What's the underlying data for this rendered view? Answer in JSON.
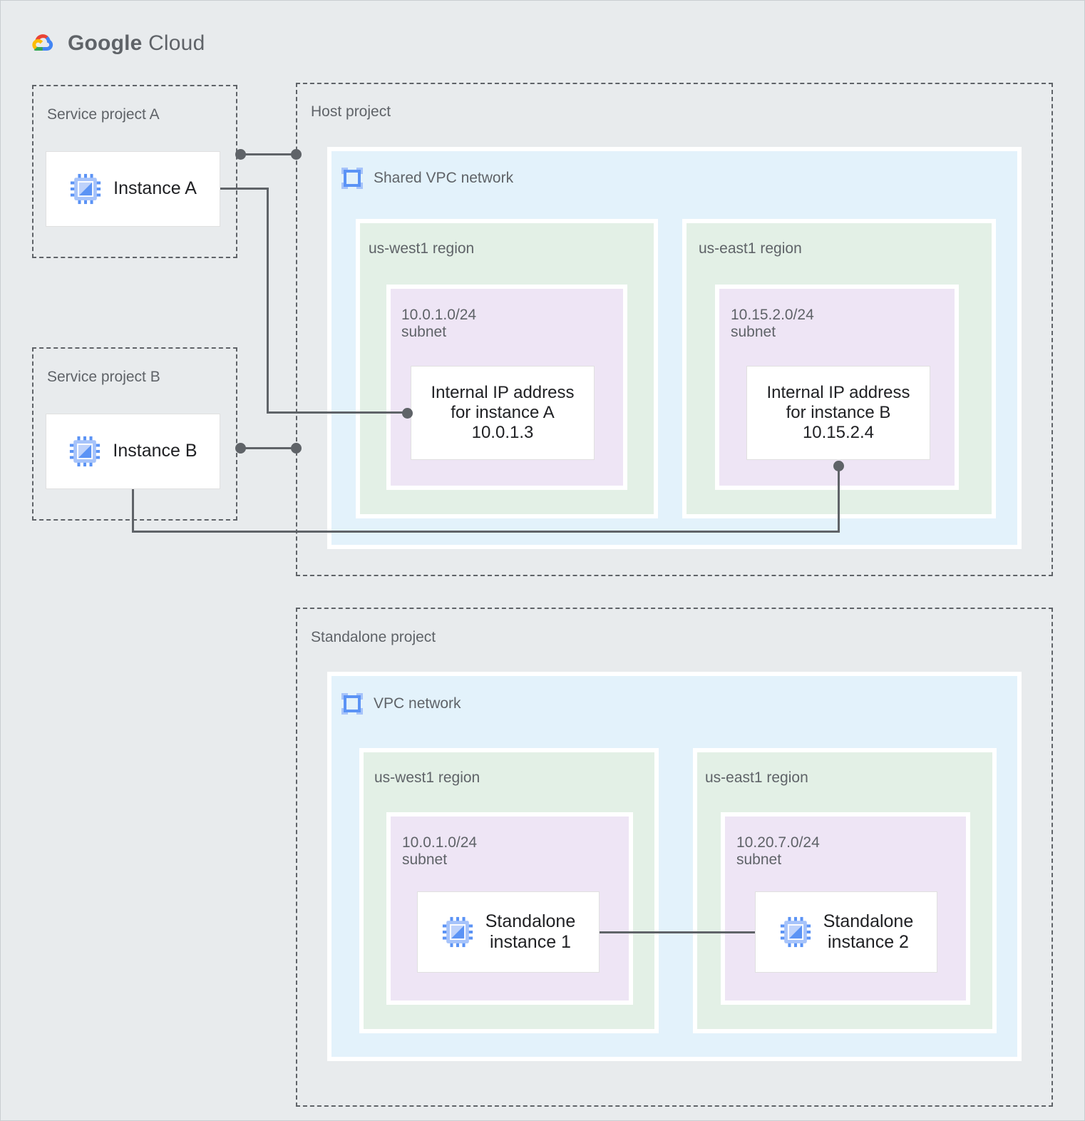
{
  "brand": {
    "name_bold": "Google",
    "name_light": " Cloud",
    "logo_icon": "google-cloud-logo",
    "colors": {
      "red": "#ea4335",
      "blue": "#4285f4",
      "yellow": "#fbbc04",
      "green": "#34a853",
      "text": "#5f6368"
    }
  },
  "palette": {
    "page_bg": "#e8ebed",
    "vpc_bg": "#e3f2fb",
    "region_bg": "#e3f0e6",
    "subnet_bg": "#eee5f5",
    "card_bg": "#ffffff",
    "line": "#5f6368",
    "label_text": "#5f6368",
    "card_text": "#202124",
    "icon_blue": "#5b93f5",
    "icon_blue_light": "#a6c3fa"
  },
  "service_project_a": {
    "label": "Service project A",
    "instance": {
      "label": "Instance A",
      "icon": "compute-instance-icon"
    }
  },
  "service_project_b": {
    "label": "Service project B",
    "instance": {
      "label": "Instance B",
      "icon": "compute-instance-icon"
    }
  },
  "host_project": {
    "label": "Host project",
    "network": {
      "label": "Shared VPC network",
      "icon": "vpc-network-icon"
    },
    "regions": [
      {
        "label": "us-west1 region",
        "subnet": {
          "cidr": "10.0.1.0/24",
          "kind": "subnet",
          "label": "10.0.1.0/24\nsubnet",
          "resource": {
            "label": "Internal IP address\nfor instance A\n10.0.1.3",
            "ip": "10.0.1.3",
            "title": "Internal IP address for instance A"
          }
        }
      },
      {
        "label": "us-east1 region",
        "subnet": {
          "cidr": "10.15.2.0/24",
          "kind": "subnet",
          "label": "10.15.2.0/24\nsubnet",
          "resource": {
            "label": "Internal IP address\nfor instance B\n10.15.2.4",
            "ip": "10.15.2.4",
            "title": "Internal IP address for instance B"
          }
        }
      }
    ]
  },
  "standalone_project": {
    "label": "Standalone project",
    "network": {
      "label": "VPC network",
      "icon": "vpc-network-icon"
    },
    "regions": [
      {
        "label": "us-west1 region",
        "subnet": {
          "cidr": "10.0.1.0/24",
          "kind": "subnet",
          "label": "10.0.1.0/24\nsubnet",
          "resource": {
            "label": "Standalone\ninstance 1",
            "icon": "compute-instance-icon"
          }
        }
      },
      {
        "label": "us-east1 region",
        "subnet": {
          "cidr": "10.20.7.0/24",
          "kind": "subnet",
          "label": "10.20.7.0/24\nsubnet",
          "resource": {
            "label": "Standalone\ninstance 2",
            "icon": "compute-instance-icon"
          }
        }
      }
    ]
  },
  "connections": [
    {
      "name": "instance-a-to-host-project",
      "from": "Instance A",
      "to": "Host project"
    },
    {
      "name": "instance-a-to-internal-ip-a",
      "from": "Instance A",
      "to": "Internal IP address for instance A"
    },
    {
      "name": "instance-b-to-host-project",
      "from": "Instance B",
      "to": "Host project"
    },
    {
      "name": "instance-b-to-internal-ip-b",
      "from": "Instance B",
      "to": "Internal IP address for instance B"
    },
    {
      "name": "standalone-1-to-standalone-2",
      "from": "Standalone instance 1",
      "to": "Standalone instance 2"
    }
  ]
}
